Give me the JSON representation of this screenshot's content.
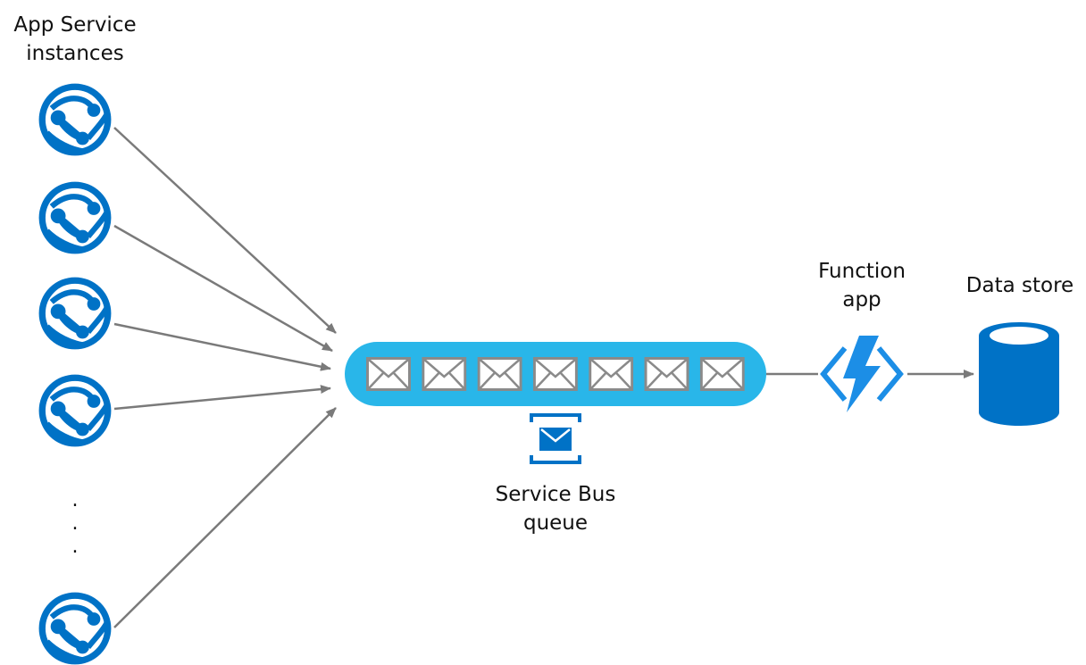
{
  "app_service": {
    "title_line1": "App Service",
    "title_line2": "instances",
    "ellipsis": [
      ".",
      ".",
      "."
    ]
  },
  "queue": {
    "label_line1": "Service Bus",
    "label_line2": "queue",
    "message_count": 7
  },
  "function_app": {
    "label_line1": "Function",
    "label_line2": "app"
  },
  "data_store": {
    "label": "Data store"
  },
  "colors": {
    "azure_blue": "#0072c6",
    "queue_cyan": "#29b6e9",
    "function_blue": "#1c8ee6",
    "arrow_gray": "#7a7a7a"
  },
  "icons": {
    "app_service": "globe-icon",
    "service_bus": "service-bus-icon",
    "function": "function-icon",
    "database": "database-icon",
    "message": "envelope-icon"
  }
}
